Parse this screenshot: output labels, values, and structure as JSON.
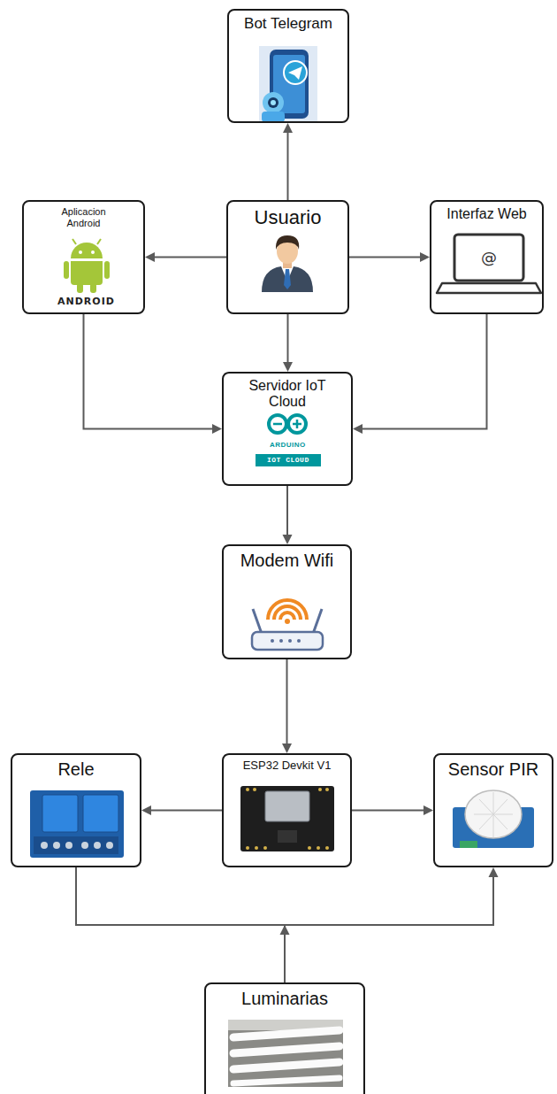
{
  "diagram": {
    "nodes": [
      {
        "text": [
          "Bot Telegram"
        ]
      },
      {
        "text": [
          "Aplicacion Android"
        ]
      },
      {
        "text": [
          "Usuario"
        ]
      },
      {
        "text": [
          "Interfaz Web"
        ]
      },
      {
        "text": [
          "Servidor IoT Cloud"
        ]
      },
      {
        "text": [
          "Modem Wifi"
        ]
      },
      {
        "text": [
          "Rele"
        ]
      },
      {
        "text": [
          "ESP32 Devkit V1"
        ]
      },
      {
        "text": [
          "Sensor PIR"
        ]
      },
      {
        "text": [
          "Luminarias"
        ]
      }
    ],
    "edges": [
      {
        "from": 2,
        "to": 0,
        "arrow": "to"
      },
      {
        "from": 2,
        "to": 1,
        "arrow": "to"
      },
      {
        "from": 2,
        "to": 3,
        "arrow": "to"
      },
      {
        "from": 2,
        "to": 4,
        "arrow": "to"
      },
      {
        "from": 1,
        "to": 4,
        "arrow": "to"
      },
      {
        "from": 3,
        "to": 4,
        "arrow": "to"
      },
      {
        "from": 4,
        "to": 5,
        "arrow": "to"
      },
      {
        "from": 5,
        "to": 7,
        "arrow": "to"
      },
      {
        "from": 7,
        "to": 6,
        "arrow": "to"
      },
      {
        "from": 7,
        "to": 8,
        "arrow": "to"
      },
      {
        "from": 9,
        "to": 6,
        "arrow": "none"
      },
      {
        "from": 9,
        "to": 8,
        "arrow": "to"
      }
    ],
    "labels": [
      "ANDROID",
      "ARDUINO",
      "IOT CLOUD",
      "@"
    ]
  }
}
